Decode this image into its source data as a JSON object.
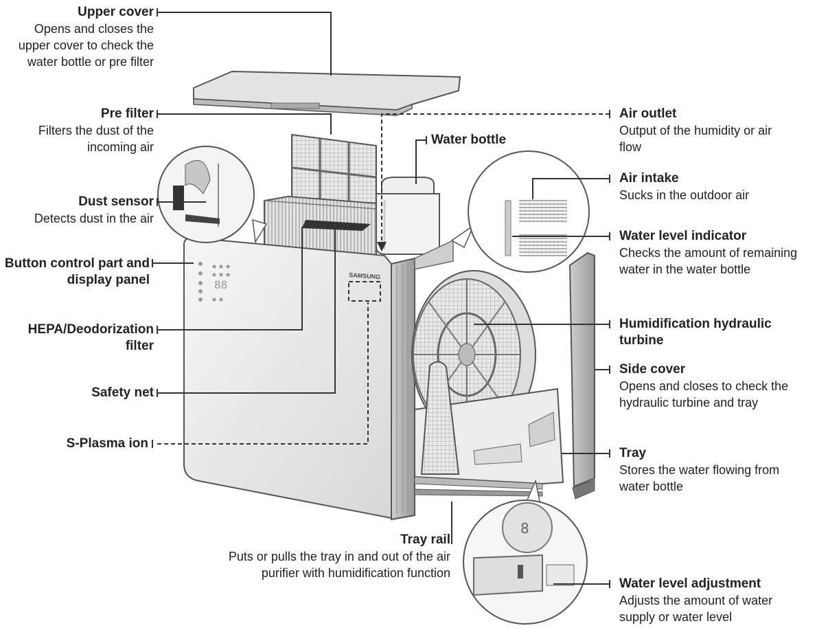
{
  "labels": {
    "upper_cover": {
      "title": "Upper cover",
      "desc": [
        "Opens and closes the",
        "upper cover to check the",
        "water bottle or  pre filter"
      ]
    },
    "pre_filter": {
      "title": "Pre filter",
      "desc": [
        "Filters the dust of  the",
        "incoming air"
      ]
    },
    "dust_sensor": {
      "title": "Dust sensor",
      "desc": [
        "Detects dust in the air"
      ]
    },
    "button_panel": {
      "title": [
        "Button control part and",
        "display panel"
      ]
    },
    "hepa": {
      "title": [
        "HEPA/Deodorization",
        "filter"
      ]
    },
    "safety_net": {
      "title": "Safety net"
    },
    "splasma": {
      "title": "S-Plasma ion"
    },
    "tray_rail": {
      "title": "Tray rail",
      "desc": [
        "Puts or pulls the tray in and out of the air",
        "purifier with humidification function"
      ]
    },
    "water_bottle": {
      "title": "Water bottle"
    },
    "air_outlet": {
      "title": "Air outlet",
      "desc": [
        "Output of the humidity or air",
        "flow"
      ]
    },
    "air_intake": {
      "title": "Air intake",
      "desc": [
        "Sucks in the outdoor air"
      ]
    },
    "water_level_indicator": {
      "title": "Water level indicator",
      "desc": [
        "Checks the amount of remaining",
        "water in the water bottle"
      ]
    },
    "turbine": {
      "title": [
        "Humidification hydraulic",
        "turbine"
      ]
    },
    "side_cover": {
      "title": "Side cover",
      "desc": [
        "Opens and closes to check the",
        "hydraulic turbine and tray"
      ]
    },
    "tray": {
      "title": "Tray",
      "desc": [
        "Stores the water flowing from",
        "water bottle"
      ]
    },
    "water_level_adjustment": {
      "title": "Water level adjustment",
      "desc": [
        "Adjusts the amount of water",
        "supply or water level"
      ]
    }
  },
  "product": {
    "brand": "SAMSUNG"
  }
}
